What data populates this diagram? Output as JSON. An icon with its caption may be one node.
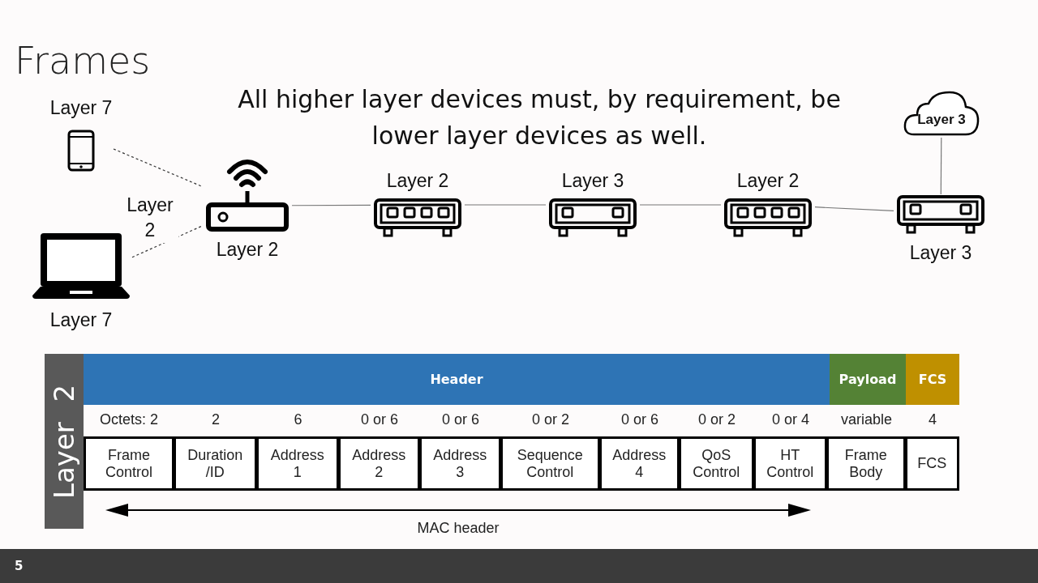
{
  "diagram": {
    "title": "Frames",
    "nodes": [
      {
        "text": [
          "Layer 7"
        ]
      },
      {
        "text": [
          "Layer 7"
        ]
      },
      {
        "text": [
          "Layer 2"
        ]
      },
      {
        "text": [
          "Layer 2"
        ]
      },
      {
        "text": [
          "Layer 3"
        ]
      },
      {
        "text": [
          "Layer 2"
        ]
      },
      {
        "text": [
          "Layer 3"
        ]
      },
      {
        "text": [
          "Layer 3"
        ]
      },
      {
        "text": [
          "Layer 2"
        ]
      },
      {
        "text": [
          "Header"
        ]
      },
      {
        "text": [
          "Payload"
        ]
      },
      {
        "text": [
          "FCS"
        ]
      },
      {
        "text": [
          "Frame Control"
        ]
      },
      {
        "text": [
          "Duration /ID"
        ]
      },
      {
        "text": [
          "Address 1"
        ]
      },
      {
        "text": [
          "Address 2"
        ]
      },
      {
        "text": [
          "Address 3"
        ]
      },
      {
        "text": [
          "Sequence Control"
        ]
      },
      {
        "text": [
          "Address 4"
        ]
      },
      {
        "text": [
          "QoS Control"
        ]
      },
      {
        "text": [
          "HT Control"
        ]
      },
      {
        "text": [
          "Frame Body"
        ]
      },
      {
        "text": [
          "FCS"
        ]
      }
    ],
    "edges": [
      {
        "from": 0,
        "to": 2,
        "arrow": "none",
        "style": "dashed"
      },
      {
        "from": 1,
        "to": 2,
        "arrow": "none",
        "style": "dashed"
      },
      {
        "from": 2,
        "to": 3,
        "arrow": "none"
      },
      {
        "from": 3,
        "to": 4,
        "arrow": "none"
      },
      {
        "from": 4,
        "to": 5,
        "arrow": "none"
      },
      {
        "from": 5,
        "to": 6,
        "arrow": "none"
      },
      {
        "from": 7,
        "to": 6,
        "arrow": "none"
      }
    ],
    "labels": [
      "All higher layer devices must, by requirement, be lower layer devices as well.",
      "Layer 2",
      "Octets: 2",
      "2",
      "6",
      "0 or 6",
      "0 or 6",
      "0 or 2",
      "0 or 6",
      "0 or 2",
      "0 or 4",
      "variable",
      "4",
      "MAC header",
      "5"
    ]
  }
}
